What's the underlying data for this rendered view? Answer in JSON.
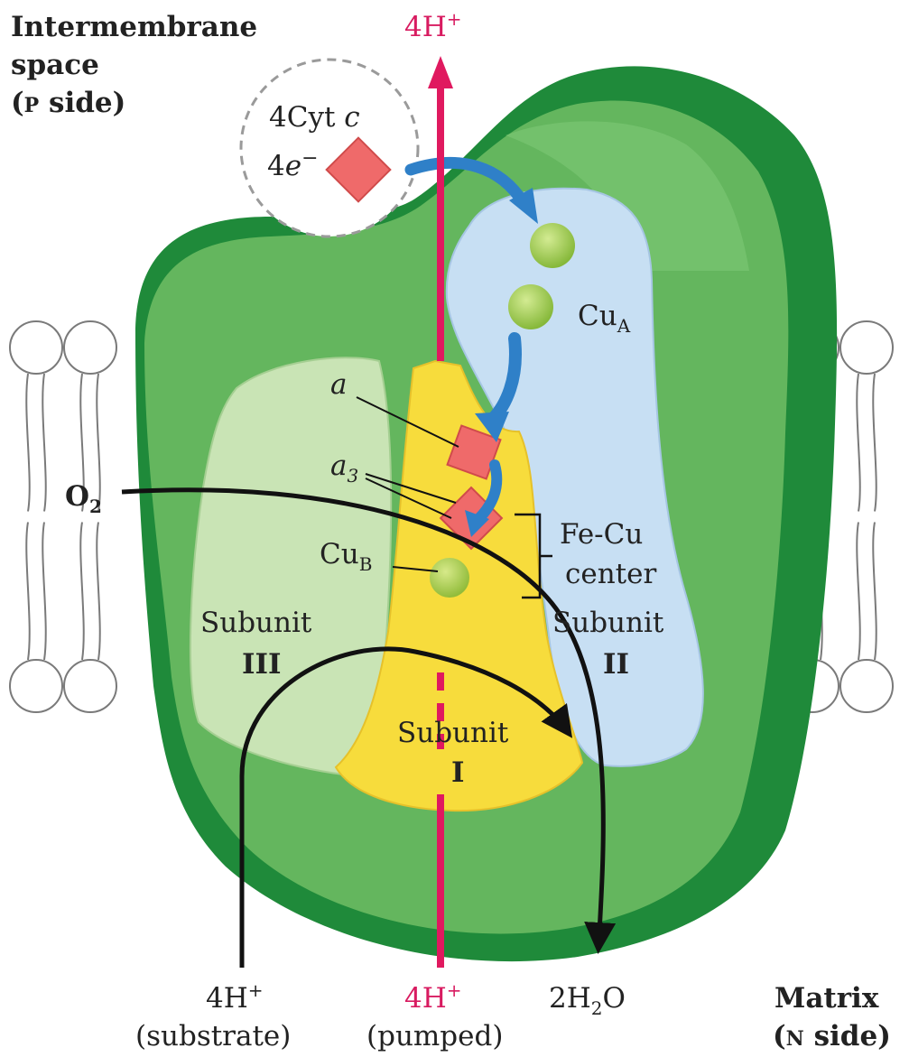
{
  "regions": {
    "p_side_line1": "Intermembrane",
    "p_side_line2": "space",
    "p_side_paren_open": "(",
    "p_side_p": "P",
    "p_side_side": " side)",
    "n_side_line1": "Matrix",
    "n_side_paren_open": "(",
    "n_side_n": "N",
    "n_side_side": " side)"
  },
  "top_proton": {
    "count": "4H",
    "charge": "+"
  },
  "cytochrome": {
    "label": "4Cyt ",
    "label_italic": "c",
    "electrons": "4",
    "electron_symbol": "e",
    "electron_charge": "−"
  },
  "centers": {
    "cu_a": "Cu",
    "cu_a_sub": "A",
    "heme_a": "a",
    "heme_a3": "a",
    "heme_a3_sub": "3",
    "cu_b": "Cu",
    "cu_b_sub": "B",
    "fecu_line1": "Fe-Cu",
    "fecu_line2": "center"
  },
  "subunits": {
    "s1_label": "Subunit",
    "s1_num": "I",
    "s2_label": "Subunit",
    "s2_num": "II",
    "s3_label": "Subunit",
    "s3_num": "III"
  },
  "oxygen": {
    "symbol": "O",
    "subscript": "2"
  },
  "bottom": {
    "substrate_count": "4H",
    "substrate_charge": "+",
    "substrate_note": "(substrate)",
    "pumped_count": "4H",
    "pumped_charge": "+",
    "pumped_note": "(pumped)",
    "water_pre": "2H",
    "water_sub": "2",
    "water_post": "O"
  },
  "colors": {
    "protein_dark_green": "#1f8a3a",
    "protein_green": "#5fb35c",
    "subunit_iii": "#c8e3b3",
    "subunit_ii": "#c7dff3",
    "subunit_i": "#f7dc3c",
    "heme": "#ef6a6a",
    "copper": "#9cc846",
    "proton_arrow": "#e0195f",
    "electron_arrow": "#2f80c8"
  }
}
